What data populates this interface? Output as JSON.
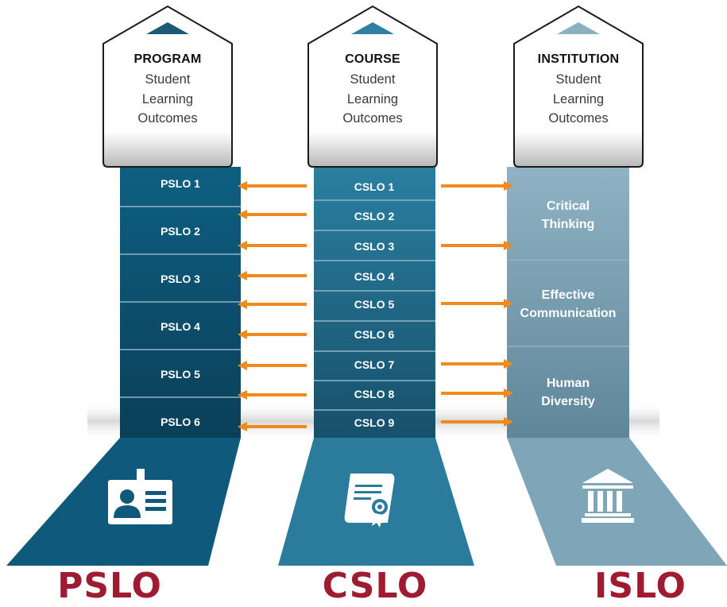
{
  "columns": {
    "program": {
      "title": "PROGRAM",
      "subtitle_lines": [
        "Student",
        "Learning",
        "Outcomes"
      ],
      "label": "PSLO",
      "color": "#0f5a7c"
    },
    "course": {
      "title": "COURSE",
      "subtitle_lines": [
        "Student",
        "Learning",
        "Outcomes"
      ],
      "label": "CSLO",
      "color": "#1c6f8f"
    },
    "institution": {
      "title": "INSTITUTION",
      "subtitle_lines": [
        "Student",
        "Learning",
        "Outcomes"
      ],
      "label": "ISLO",
      "color": "#7fa6b8"
    }
  },
  "pslo_items": [
    "PSLO 1",
    "PSLO 2",
    "PSLO 3",
    "PSLO 4",
    "PSLO 5",
    "PSLO 6"
  ],
  "cslo_items": [
    "CSLO 1",
    "CSLO 2",
    "CSLO 3",
    "CSLO 4",
    "CSLO 5",
    "CSLO 6",
    "CSLO 7",
    "CSLO 8",
    "CSLO 9"
  ],
  "islo_items": [
    {
      "lines": [
        "Critical",
        "Thinking"
      ]
    },
    {
      "lines": [
        "Effective",
        "Communication"
      ]
    },
    {
      "lines": [
        "Human",
        "Diversity"
      ]
    }
  ],
  "left_arrows_from_cslo": [
    "CSLO 1",
    "CSLO 2",
    "CSLO 3",
    "CSLO 4",
    "CSLO 5",
    "CSLO 6",
    "CSLO 7",
    "CSLO 8",
    "CSLO 9"
  ],
  "right_arrows_from_cslo": [
    "CSLO 1",
    "CSLO 3",
    "CSLO 5",
    "CSLO 7",
    "CSLO 8",
    "CSLO 9"
  ],
  "icons": {
    "program": "id-badge-icon",
    "course": "certificate-scroll-icon",
    "institution": "institution-building-icon"
  },
  "colors": {
    "arrow": "#f08a1c",
    "footer_text": "#9e1b32"
  }
}
